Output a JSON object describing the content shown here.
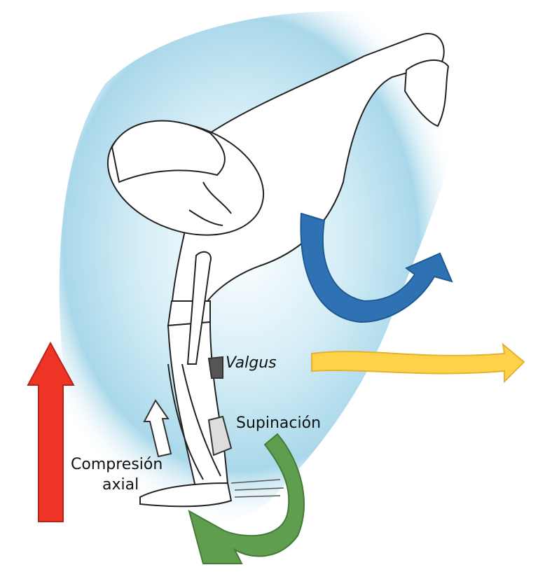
{
  "labels": {
    "valgus": "Valgus",
    "supination": "Supinación",
    "compression_line1": "Compresión",
    "compression_line2": "axial"
  },
  "colors": {
    "background_glow": "#a9d8ea",
    "rotation_arrow": "#2f72b4",
    "lateral_arrow": "#ffd24a",
    "supination_arrow": "#5e9e4e",
    "compression_arrow": "#ee3424"
  }
}
